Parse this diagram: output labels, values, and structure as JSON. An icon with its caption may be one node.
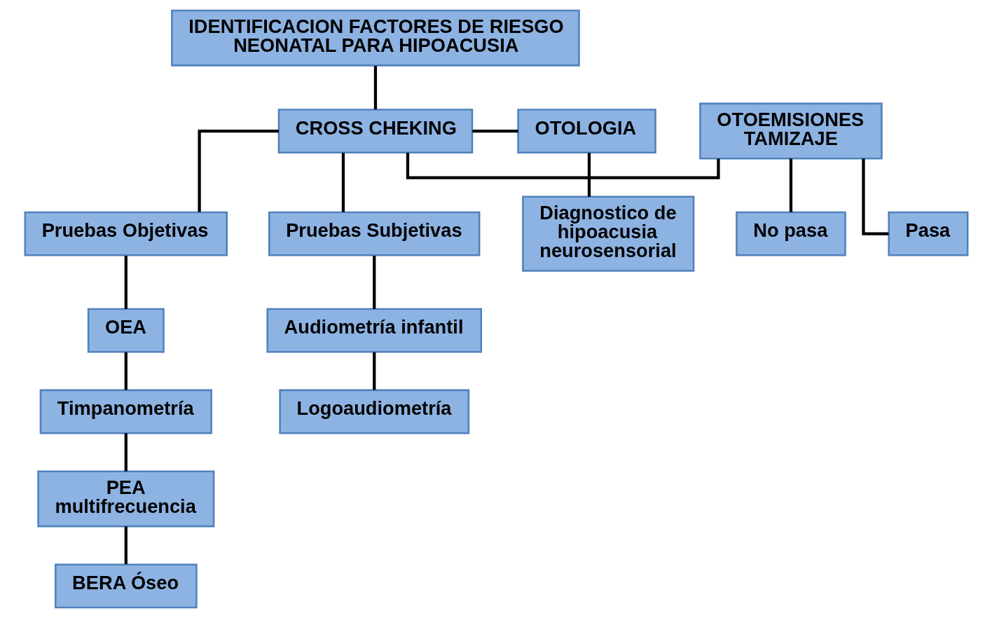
{
  "diagram": {
    "nodes": [
      {
        "text": [
          "IDENTIFICACION FACTORES DE RIESGO NEONATAL PARA HIPOACUSIA"
        ]
      },
      {
        "text": [
          "OTOEMISIONES TAMIZAJE"
        ]
      },
      {
        "text": [
          "CROSS CHEKING"
        ]
      },
      {
        "text": [
          "OTOLOGIA"
        ]
      },
      {
        "text": [
          "Pasa"
        ]
      },
      {
        "text": [
          "No pasa"
        ]
      },
      {
        "text": [
          "Pruebas Subjetivas"
        ]
      },
      {
        "text": [
          "Pruebas Objetivas"
        ]
      },
      {
        "text": [
          "Audiometría infantil"
        ]
      },
      {
        "text": [
          "OEA"
        ]
      },
      {
        "text": [
          "Diagnostico de hipoacusia neurosensorial"
        ]
      },
      {
        "text": [
          "Logoaudiometría"
        ]
      },
      {
        "text": [
          "Timpanometría"
        ]
      },
      {
        "text": [
          "PEA multifrecuencia"
        ]
      },
      {
        "text": [
          "BERA Óseo"
        ]
      }
    ],
    "edges": [
      {
        "from": 0,
        "to": 2,
        "arrow": "none"
      },
      {
        "from": 2,
        "to": 1,
        "arrow": "none"
      },
      {
        "from": 2,
        "to": 3,
        "arrow": "none"
      },
      {
        "from": 1,
        "to": 4,
        "arrow": "none"
      },
      {
        "from": 1,
        "to": 5,
        "arrow": "none"
      },
      {
        "from": 2,
        "to": 6,
        "arrow": "none"
      },
      {
        "from": 2,
        "to": 7,
        "arrow": "none"
      },
      {
        "from": 6,
        "to": 8,
        "arrow": "none"
      },
      {
        "from": 8,
        "to": 11,
        "arrow": "none"
      },
      {
        "from": 7,
        "to": 9,
        "arrow": "none"
      },
      {
        "from": 9,
        "to": 12,
        "arrow": "none"
      },
      {
        "from": 12,
        "to": 13,
        "arrow": "none"
      },
      {
        "from": 13,
        "to": 14,
        "arrow": "none"
      },
      {
        "from": 3,
        "to": 10,
        "arrow": "none"
      }
    ]
  }
}
